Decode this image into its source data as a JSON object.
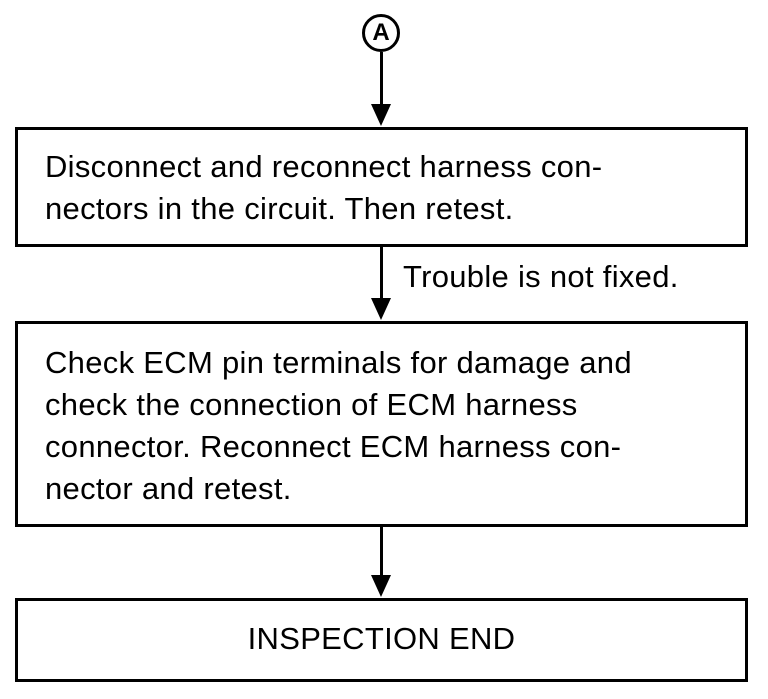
{
  "connector": {
    "label": "A"
  },
  "steps": [
    {
      "text": "Disconnect and reconnect harness con-\nnectors in the circuit. Then retest."
    },
    {
      "text": "Check ECM pin terminals for damage and\ncheck the connection of ECM harness\nconnector. Reconnect ECM harness con-\nnector and retest."
    },
    {
      "text": "INSPECTION END"
    }
  ],
  "edges": [
    {
      "label": ""
    },
    {
      "label": "Trouble is not fixed."
    },
    {
      "label": ""
    }
  ]
}
